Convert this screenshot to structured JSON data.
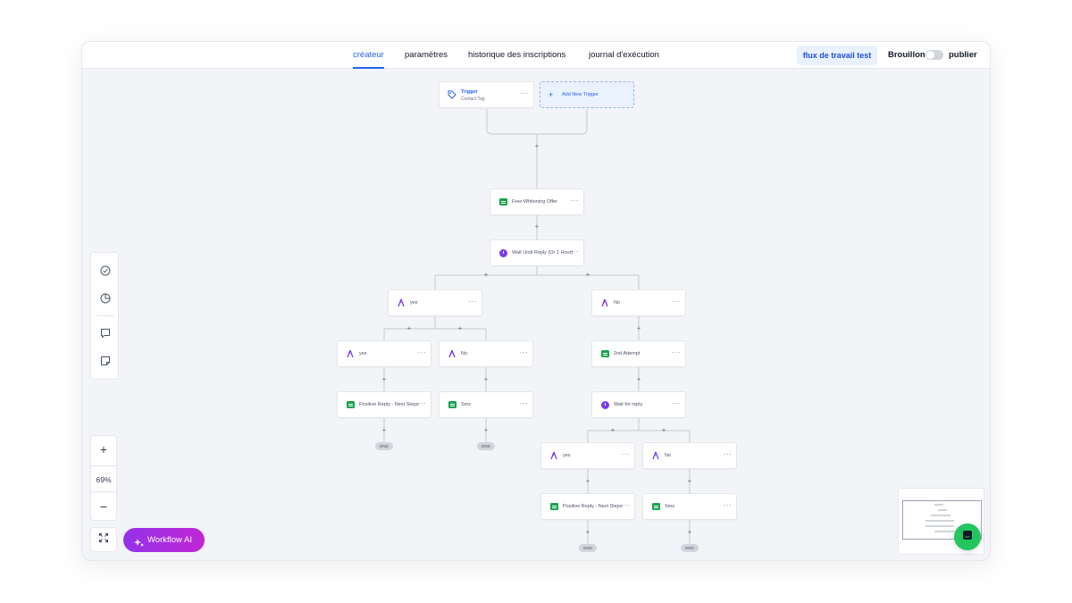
{
  "tabs": [
    {
      "label": "créateur",
      "active": true
    },
    {
      "label": "paramètres"
    },
    {
      "label": "historique des inscriptions"
    },
    {
      "label": "journal d'exécution"
    }
  ],
  "actions": {
    "test_workflow": "flux de travail test",
    "draft_label": "Brouillon",
    "publish_label": "publier",
    "published": false
  },
  "workflow": {
    "trigger": {
      "title": "Trigger",
      "subtitle": "Contact Tag",
      "more": "···"
    },
    "add_trigger": {
      "label": "Add New Trigger",
      "icon": "plus-icon"
    },
    "steps": {
      "free_whitening": {
        "label": "Free Whitening Offer",
        "icon": "message-icon"
      },
      "wait_until_reply": {
        "label": "Wait Until Reply (Or 1 Hour)",
        "icon": "clock-icon"
      },
      "branch_yes": {
        "label": "yes",
        "icon": "branch-icon"
      },
      "branch_no": {
        "label": "No",
        "icon": "branch-icon"
      },
      "branch_yes_yes": {
        "label": "yes",
        "icon": "branch-icon"
      },
      "branch_yes_no": {
        "label": "No",
        "icon": "branch-icon"
      },
      "positive_reply_1": {
        "label": "Positive Reply - Next Steps",
        "icon": "message-icon"
      },
      "sms_1": {
        "label": "Sms",
        "icon": "message-icon"
      },
      "second_attempt": {
        "label": "2nd Attempt",
        "icon": "message-icon"
      },
      "wait_for_reply": {
        "label": "Wait for reply",
        "icon": "clock-icon"
      },
      "branch_no_yes": {
        "label": "yes",
        "icon": "branch-icon"
      },
      "branch_no_no": {
        "label": "No",
        "icon": "branch-icon"
      },
      "positive_reply_2": {
        "label": "Positive Reply - Next Steps",
        "icon": "message-icon"
      },
      "sms_2": {
        "label": "Sms",
        "icon": "message-icon"
      }
    },
    "more_label": "···",
    "plus_label": "+",
    "end_label": "END"
  },
  "tools": [
    "check-circle-icon",
    "pie-chart-icon",
    "comment-icon",
    "sticky-note-icon"
  ],
  "zoom": {
    "in": "+",
    "value": "69%",
    "out": "−"
  },
  "ai_button": {
    "label": "Workflow AI"
  },
  "colors": {
    "accent": "#2563eb",
    "message": "#16a34a",
    "wait": "#7c3aed",
    "branch": "#7c3aed",
    "ai": "#a42ee0",
    "chat": "#22c55e"
  }
}
